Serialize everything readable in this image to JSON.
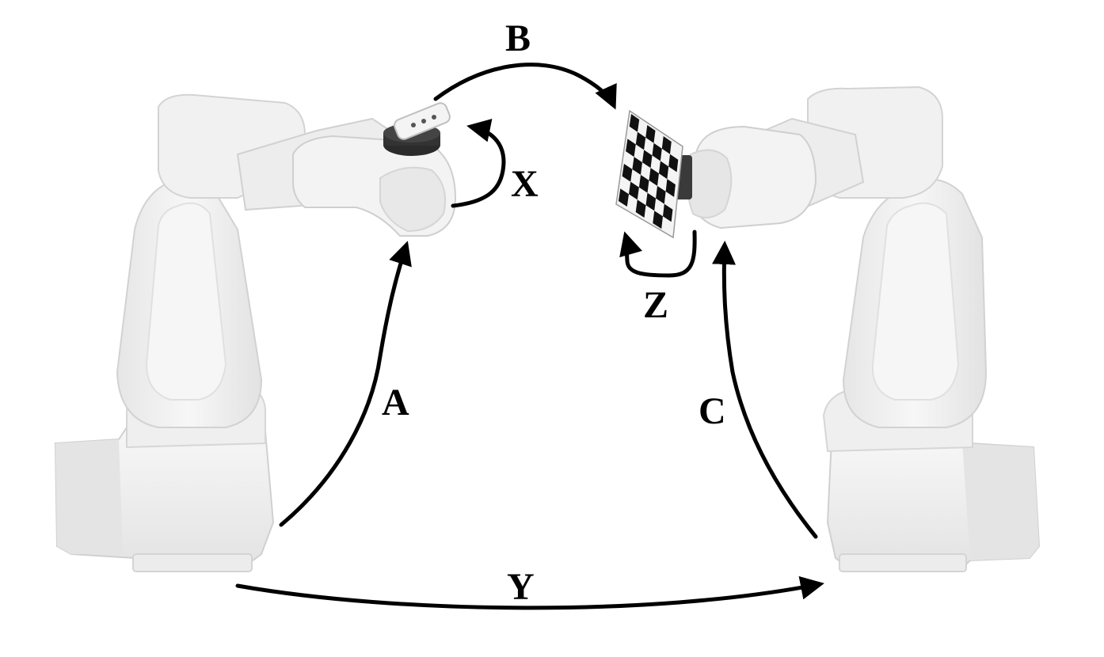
{
  "labels": {
    "A": "A",
    "B": "B",
    "C": "C",
    "X": "X",
    "Y": "Y",
    "Z": "Z"
  },
  "colors": {
    "arrow": "#000000",
    "robot_body": "#f1f1f1",
    "robot_shadow": "#dcdcdc",
    "robot_edge": "#c9c9c9",
    "checker_dark": "#111111",
    "checker_light": "#f4f4f4",
    "camera_dark": "#2b2b2b"
  },
  "icons": {
    "left_robot": "robot-arm-icon",
    "right_robot": "robot-arm-icon",
    "camera": "camera-icon",
    "calibration_board": "checkerboard-icon"
  }
}
